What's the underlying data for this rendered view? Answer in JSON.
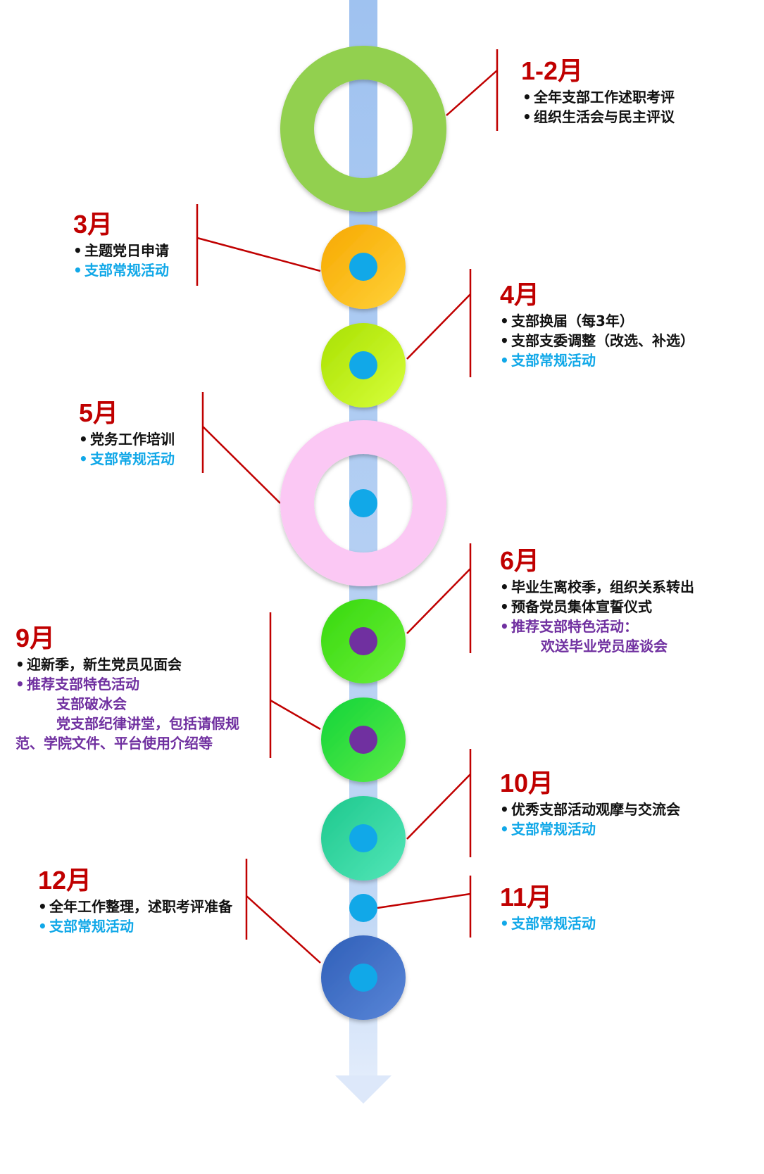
{
  "colors": {
    "month": "#c00000",
    "normal": "#111111",
    "routine": "#11a8e8",
    "featured": "#7030a0",
    "connector": "#c00000",
    "timeline": "#a9c8f2"
  },
  "months": {
    "m1_2": {
      "label": "1-2月",
      "items": [
        "全年支部工作述职考评",
        "组织生活会与民主评议"
      ]
    },
    "m3": {
      "label": "3月",
      "items": [
        "主题党日申请",
        "支部常规活动"
      ]
    },
    "m4": {
      "label": "4月",
      "items": [
        "支部换届（每3年）",
        "支部支委调整（改选、补选）",
        "支部常规活动"
      ]
    },
    "m5": {
      "label": "5月",
      "items": [
        "党务工作培训",
        "支部常规活动"
      ]
    },
    "m6": {
      "label": "6月",
      "items": [
        "毕业生离校季，组织关系转出",
        "预备党员集体宣誓仪式",
        "推荐支部特色活动：",
        "欢送毕业党员座谈会"
      ]
    },
    "m9": {
      "label": "9月",
      "items": [
        "迎新季，新生党员见面会",
        "推荐支部特色活动",
        "支部破冰会",
        "党支部纪律讲堂，包括请假规",
        "范、学院文件、平台使用介绍等"
      ]
    },
    "m10": {
      "label": "10月",
      "items": [
        "优秀支部活动观摩与交流会",
        "支部常规活动"
      ]
    },
    "m11": {
      "label": "11月",
      "items": [
        "支部常规活动"
      ]
    },
    "m12": {
      "label": "12月",
      "items": [
        "全年工作整理，述职考评准备",
        "支部常规活动"
      ]
    }
  }
}
